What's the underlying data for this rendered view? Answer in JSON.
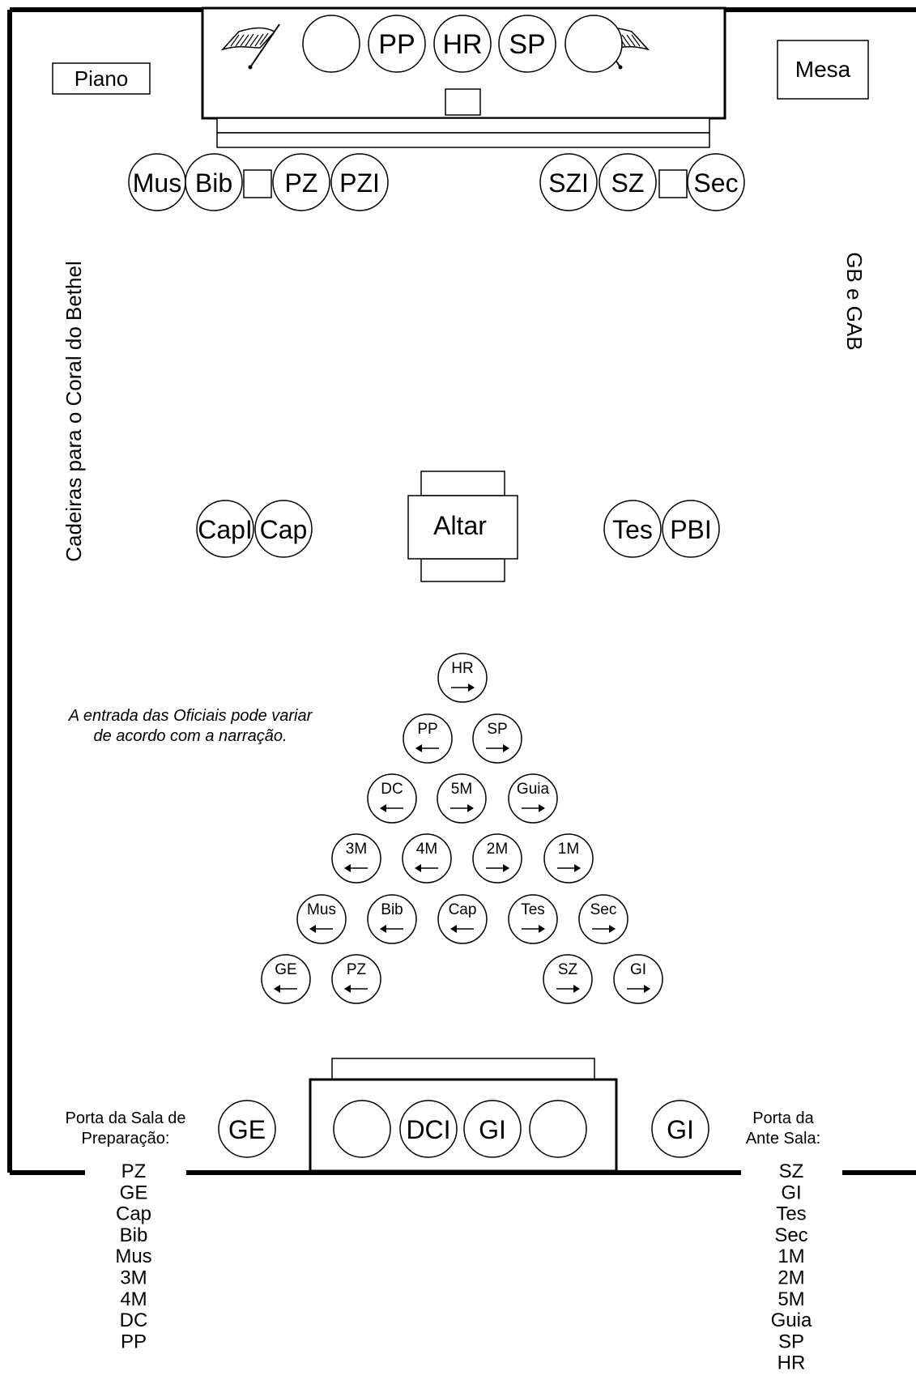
{
  "labels": {
    "piano": "Piano",
    "mesa": "Mesa",
    "altar": "Altar",
    "left_wall": "Cadeiras para o Coral do Bethel",
    "right_wall": "GB e GAB",
    "note_line1": "A entrada das Oficiais pode variar",
    "note_line2": "de acordo com a narração.",
    "door_left_line1": "Porta da Sala de",
    "door_left_line2": "Preparação:",
    "door_right_line1": "Porta da",
    "door_right_line2": "Ante Sala:"
  },
  "top_dais_seats": [
    "",
    "PP",
    "HR",
    "SP",
    ""
  ],
  "upper_left_seats": [
    "Mus",
    "Bib",
    "PZ",
    "PZI"
  ],
  "upper_right_seats": [
    "SZI",
    "SZ",
    "Sec"
  ],
  "mid_left_seats": [
    "CapI",
    "Cap"
  ],
  "mid_right_seats": [
    "Tes",
    "PBI"
  ],
  "bottom_dais_seats": [
    "",
    "DCI",
    "GI",
    ""
  ],
  "door_seats": {
    "left": "GE",
    "right": "GI"
  },
  "formation": [
    [
      {
        "label": "HR",
        "dir": "right"
      }
    ],
    [
      {
        "label": "PP",
        "dir": "left"
      },
      {
        "label": "SP",
        "dir": "right"
      }
    ],
    [
      {
        "label": "DC",
        "dir": "left"
      },
      {
        "label": "5M",
        "dir": "right"
      },
      {
        "label": "Guia",
        "dir": "right"
      }
    ],
    [
      {
        "label": "3M",
        "dir": "left"
      },
      {
        "label": "4M",
        "dir": "left"
      },
      {
        "label": "2M",
        "dir": "right"
      },
      {
        "label": "1M",
        "dir": "right"
      }
    ],
    [
      {
        "label": "Mus",
        "dir": "left"
      },
      {
        "label": "Bib",
        "dir": "left"
      },
      {
        "label": "Cap",
        "dir": "left"
      },
      {
        "label": "Tes",
        "dir": "right"
      },
      {
        "label": "Sec",
        "dir": "right"
      }
    ],
    [
      {
        "label": "GE",
        "dir": "left"
      },
      {
        "label": "PZ",
        "dir": "left"
      },
      {
        "label": "SZ",
        "dir": "right"
      },
      {
        "label": "GI",
        "dir": "right"
      }
    ]
  ],
  "left_door_order": [
    "PZ",
    "GE",
    "Cap",
    "Bib",
    "Mus",
    "3M",
    "4M",
    "DC",
    "PP"
  ],
  "right_door_order": [
    "SZ",
    "GI",
    "Tes",
    "Sec",
    "1M",
    "2M",
    "5M",
    "Guia",
    "SP",
    "HR"
  ],
  "icons": [
    "flag-icon"
  ]
}
